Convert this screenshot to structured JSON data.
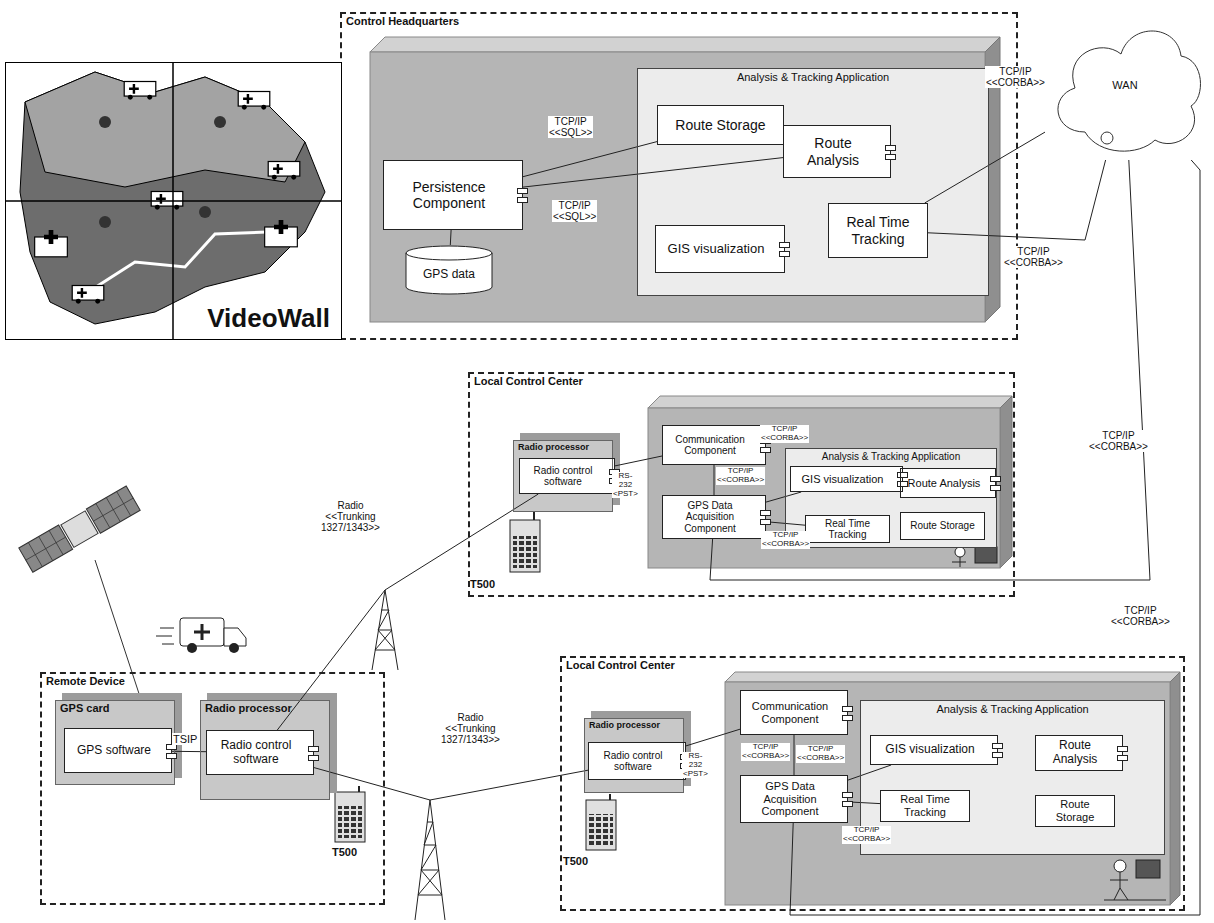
{
  "diagram": {
    "nodes": [
      {
        "text": [
          "Control Headquarters"
        ]
      },
      {
        "text": [
          "Persistence Component"
        ],
        "in": 0
      },
      {
        "text": [
          "GPS data"
        ],
        "in": 0
      },
      {
        "text": [
          "Analysis & Tracking Application"
        ],
        "in": 0
      },
      {
        "text": [
          "Route Storage"
        ],
        "in": 3
      },
      {
        "text": [
          "Route Analysis"
        ],
        "in": 3
      },
      {
        "text": [
          "GIS visualization"
        ],
        "in": 3
      },
      {
        "text": [
          "Real Time Tracking"
        ],
        "in": 3
      },
      {
        "text": [
          "WAN"
        ]
      },
      {
        "text": [
          "VideoWall"
        ]
      },
      {
        "text": [
          "Local Control Center"
        ]
      },
      {
        "text": [
          "Radio processor"
        ],
        "in": 10
      },
      {
        "text": [
          "Radio control software"
        ],
        "in": 11
      },
      {
        "text": [
          "Communication Component"
        ],
        "in": 10
      },
      {
        "text": [
          "Analysis & Tracking Application"
        ],
        "in": 10
      },
      {
        "text": [
          "GIS visualization"
        ],
        "in": 14
      },
      {
        "text": [
          "Route Analysis"
        ],
        "in": 14
      },
      {
        "text": [
          "Real Time Tracking"
        ],
        "in": 14
      },
      {
        "text": [
          "Route Storage"
        ],
        "in": 14
      },
      {
        "text": [
          "GPS Data Acquisition Component"
        ],
        "in": 10
      },
      {
        "text": [
          "Remote Device"
        ]
      },
      {
        "text": [
          "GPS card"
        ],
        "in": 20
      },
      {
        "text": [
          "GPS software"
        ],
        "in": 21
      },
      {
        "text": [
          "Radio processor"
        ],
        "in": 20
      },
      {
        "text": [
          "Radio control software"
        ],
        "in": 23
      },
      {
        "text": [
          "Local Control Center"
        ]
      },
      {
        "text": [
          "Radio processor"
        ],
        "in": 25
      },
      {
        "text": [
          "Radio control software"
        ],
        "in": 26
      },
      {
        "text": [
          "Communication Component"
        ],
        "in": 25
      },
      {
        "text": [
          "Analysis & Tracking Application"
        ],
        "in": 25
      },
      {
        "text": [
          "GIS visualization"
        ],
        "in": 29
      },
      {
        "text": [
          "Route Analysis"
        ],
        "in": 29
      },
      {
        "text": [
          "Real Time Tracking"
        ],
        "in": 29
      },
      {
        "text": [
          "Route Storage"
        ],
        "in": 29
      },
      {
        "text": [
          "GPS Data Acquisition Component"
        ],
        "in": 25
      }
    ],
    "edges": [
      {
        "from": 1,
        "to": 4,
        "arrow": "none",
        "label": "TCP/IP <<SQL>>"
      },
      {
        "from": 1,
        "to": 5,
        "arrow": "none",
        "label": "TCP/IP <<SQL>>"
      },
      {
        "from": 1,
        "to": 2,
        "arrow": "none"
      },
      {
        "from": 7,
        "to": 8,
        "arrow": "none",
        "label": "TCP/IP <<CORBA>>"
      },
      {
        "from": 7,
        "to": 8,
        "arrow": "none",
        "label": "TCP/IP <<CORBA>>"
      },
      {
        "from": 8,
        "to": 19,
        "arrow": "none",
        "label": "TCP/IP <<CORBA>>"
      },
      {
        "from": 8,
        "to": 34,
        "arrow": "none",
        "label": "TCP/IP <<CORBA>>"
      },
      {
        "from": 22,
        "to": 24,
        "arrow": "none",
        "label": "TSIP"
      },
      {
        "from": 24,
        "to": 12,
        "arrow": "none",
        "label": "Radio <<Trunking 1327/1343>>"
      },
      {
        "from": 24,
        "to": 27,
        "arrow": "none",
        "label": "Radio <<Trunking 1327/1343>>"
      },
      {
        "from": 12,
        "to": 13,
        "arrow": "none",
        "label": "RS-232 <PST>"
      },
      {
        "from": 13,
        "to": 19,
        "arrow": "none",
        "label": "TCP/IP <<CORBA>>"
      },
      {
        "from": 19,
        "to": 15,
        "arrow": "none",
        "label": "TCP/IP <<CORBA>>"
      },
      {
        "from": 19,
        "to": 17,
        "arrow": "none",
        "label": "TCP/IP <<CORBA>>"
      },
      {
        "from": 27,
        "to": 28,
        "arrow": "none",
        "label": "RS-232 <PST>"
      },
      {
        "from": 28,
        "to": 34,
        "arrow": "none",
        "label": "TCP/IP <<CORBA>>"
      },
      {
        "from": 34,
        "to": 30,
        "arrow": "none",
        "label": "TCP/IP <<CORBA>>"
      },
      {
        "from": 34,
        "to": 32,
        "arrow": "none",
        "label": "TCP/IP <<CORBA>>"
      }
    ],
    "labels": [
      "T500",
      "T500",
      "T500"
    ]
  }
}
